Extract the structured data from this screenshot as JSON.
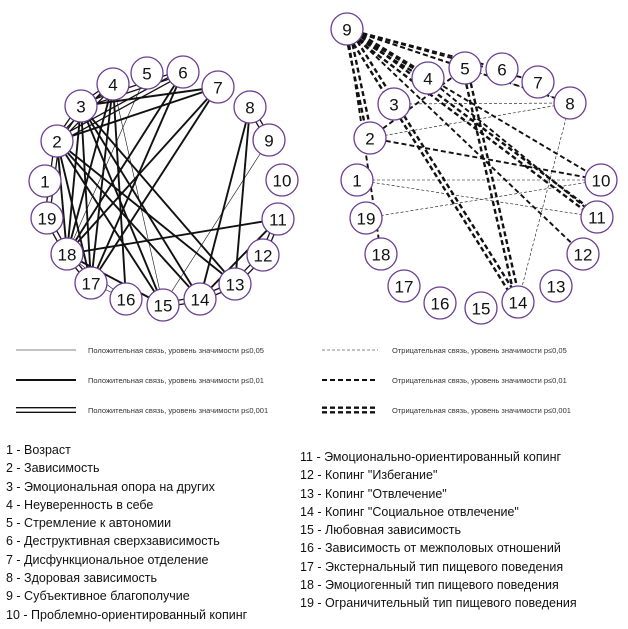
{
  "panels": [
    {
      "id": "positive",
      "nodes": [
        {
          "label": "1"
        },
        {
          "label": "2"
        },
        {
          "label": "3"
        },
        {
          "label": "4"
        },
        {
          "label": "5"
        },
        {
          "label": "6"
        },
        {
          "label": "7"
        },
        {
          "label": "8"
        },
        {
          "label": "9"
        },
        {
          "label": "10"
        },
        {
          "label": "11"
        },
        {
          "label": "12"
        },
        {
          "label": "13"
        },
        {
          "label": "14"
        },
        {
          "label": "15"
        },
        {
          "label": "16"
        },
        {
          "label": "17"
        },
        {
          "label": "18"
        },
        {
          "label": "19"
        }
      ],
      "links": [
        {
          "from": "2",
          "to": "3",
          "level": "p0.001"
        },
        {
          "from": "2",
          "to": "4",
          "level": "p0.001"
        },
        {
          "from": "2",
          "to": "6",
          "level": "p0.001"
        },
        {
          "from": "2",
          "to": "7",
          "level": "p0.01"
        },
        {
          "from": "2",
          "to": "19",
          "level": "p0.001"
        },
        {
          "from": "2",
          "to": "18",
          "level": "p0.01"
        },
        {
          "from": "2",
          "to": "17",
          "level": "p0.01"
        },
        {
          "from": "2",
          "to": "15",
          "level": "p0.01"
        },
        {
          "from": "2",
          "to": "14",
          "level": "p0.01"
        },
        {
          "from": "2",
          "to": "13",
          "level": "p0.01"
        },
        {
          "from": "3",
          "to": "4",
          "level": "p0.001"
        },
        {
          "from": "3",
          "to": "6",
          "level": "p0.001"
        },
        {
          "from": "3",
          "to": "7",
          "level": "p0.01"
        },
        {
          "from": "3",
          "to": "17",
          "level": "p0.01"
        },
        {
          "from": "3",
          "to": "15",
          "level": "p0.01"
        },
        {
          "from": "3",
          "to": "14",
          "level": "p0.01"
        },
        {
          "from": "3",
          "to": "13",
          "level": "p0.01"
        },
        {
          "from": "3",
          "to": "18",
          "level": "p0.01"
        },
        {
          "from": "4",
          "to": "18",
          "level": "p0.01"
        },
        {
          "from": "4",
          "to": "17",
          "level": "p0.01"
        },
        {
          "from": "4",
          "to": "16",
          "level": "p0.01"
        },
        {
          "from": "4",
          "to": "15",
          "level": "p0.05"
        },
        {
          "from": "5",
          "to": "18",
          "level": "p0.05"
        },
        {
          "from": "6",
          "to": "18",
          "level": "p0.01"
        },
        {
          "from": "6",
          "to": "17",
          "level": "p0.01"
        },
        {
          "from": "7",
          "to": "18",
          "level": "p0.01"
        },
        {
          "from": "7",
          "to": "17",
          "level": "p0.01"
        },
        {
          "from": "8",
          "to": "14",
          "level": "p0.01"
        },
        {
          "from": "8",
          "to": "13",
          "level": "p0.01"
        },
        {
          "from": "8",
          "to": "9",
          "level": "p0.001"
        },
        {
          "from": "9",
          "to": "15",
          "level": "p0.05"
        },
        {
          "from": "11",
          "to": "18",
          "level": "p0.01"
        },
        {
          "from": "11",
          "to": "12",
          "level": "p0.001"
        },
        {
          "from": "11",
          "to": "14",
          "level": "p0.01"
        },
        {
          "from": "12",
          "to": "13",
          "level": "p0.001"
        },
        {
          "from": "13",
          "to": "14",
          "level": "p0.001"
        },
        {
          "from": "14",
          "to": "15",
          "level": "p0.001"
        },
        {
          "from": "18",
          "to": "17",
          "level": "p0.001"
        },
        {
          "from": "18",
          "to": "15",
          "level": "p0.01"
        },
        {
          "from": "18",
          "to": "16",
          "level": "p0.05"
        },
        {
          "from": "17",
          "to": "16",
          "level": "p0.05"
        },
        {
          "from": "19",
          "to": "18",
          "level": "p0.001"
        }
      ]
    },
    {
      "id": "negative",
      "nodes": [
        {
          "label": "1"
        },
        {
          "label": "2"
        },
        {
          "label": "3"
        },
        {
          "label": "4"
        },
        {
          "label": "5"
        },
        {
          "label": "6"
        },
        {
          "label": "7"
        },
        {
          "label": "8"
        },
        {
          "label": "9"
        },
        {
          "label": "10"
        },
        {
          "label": "11"
        },
        {
          "label": "12"
        },
        {
          "label": "13"
        },
        {
          "label": "14"
        },
        {
          "label": "15"
        },
        {
          "label": "16"
        },
        {
          "label": "17"
        },
        {
          "label": "18"
        },
        {
          "label": "19"
        }
      ],
      "links": [
        {
          "from": "9",
          "to": "2",
          "level": "p0.001"
        },
        {
          "from": "9",
          "to": "4",
          "level": "p0.001"
        },
        {
          "from": "9",
          "to": "5",
          "level": "p0.01"
        },
        {
          "from": "9",
          "to": "6",
          "level": "p0.01"
        },
        {
          "from": "9",
          "to": "7",
          "level": "p0.01"
        },
        {
          "from": "9",
          "to": "8",
          "level": "p0.01"
        },
        {
          "from": "9",
          "to": "11",
          "level": "p0.001"
        },
        {
          "from": "9",
          "to": "14",
          "level": "p0.001"
        },
        {
          "from": "9",
          "to": "18",
          "level": "p0.01"
        },
        {
          "from": "9",
          "to": "12",
          "level": "p0.01"
        },
        {
          "from": "9",
          "to": "10",
          "level": "p0.01"
        },
        {
          "from": "5",
          "to": "14",
          "level": "p0.001"
        },
        {
          "from": "5",
          "to": "8",
          "level": "p0.05"
        },
        {
          "from": "4",
          "to": "11",
          "level": "p0.01"
        },
        {
          "from": "2",
          "to": "5",
          "level": "p0.01"
        },
        {
          "from": "2",
          "to": "10",
          "level": "p0.01"
        },
        {
          "from": "2",
          "to": "8",
          "level": "p0.05"
        },
        {
          "from": "3",
          "to": "8",
          "level": "p0.05"
        },
        {
          "from": "1",
          "to": "11",
          "level": "p0.05"
        },
        {
          "from": "1",
          "to": "10",
          "level": "p0.05"
        },
        {
          "from": "19",
          "to": "10",
          "level": "p0.05"
        },
        {
          "from": "8",
          "to": "14",
          "level": "p0.05"
        }
      ]
    }
  ],
  "legend": [
    {
      "text": "Положительная связь, уровень значимости p≤0,05",
      "style": "solid-thin"
    },
    {
      "text": "Отрицательная связь, уровень значимости p≤0,05",
      "style": "dashed-thin"
    },
    {
      "text": "Положительная связь, уровень значимости p≤0,01",
      "style": "solid-bold"
    },
    {
      "text": "Отрицательная связь, уровень значимости p≤0,01",
      "style": "dashed-bold"
    },
    {
      "text": "Положительная связь, уровень значимости p≤0,001",
      "style": "solid-double"
    },
    {
      "text": "Отрицательная связь, уровень значимости p≤0,001",
      "style": "dashed-double"
    }
  ],
  "variables_left": [
    "1 - Возраст",
    "2 - Зависимость",
    "3 - Эмоциональная опора на других",
    "4 - Неуверенность в себе",
    "5 - Стремление к автономии",
    "6 - Деструктивная сверхзависимость",
    "7 - Дисфункциональное отделение",
    "8 - Здоровая зависимость",
    "9 - Субъективное благополучие",
    "10 - Проблемно-ориентированный копинг"
  ],
  "variables_right": [
    "11 - Эмоционально-ориентированный копинг",
    "12 - Копинг \"Избегание\"",
    "13 - Копинг \"Отвлечение\"",
    "14 - Копинг \"Социальное отвлечение\"",
    "15 - Любовная зависимость",
    "16 - Зависимость от межполовых отношений",
    "17 - Экстернальный тип пищевого поведения",
    "18 - Эмоциогенный тип пищевого поведения",
    "19 - Ограничительный тип пищевого поведения"
  ],
  "colors": {
    "node_stroke": "#6a3d8f",
    "line": "#111111"
  }
}
